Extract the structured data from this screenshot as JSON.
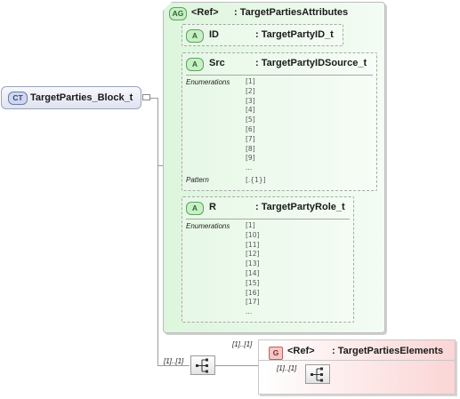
{
  "complex_type": {
    "badge": "CT",
    "name": "TargetParties_Block_t"
  },
  "attribute_group": {
    "badge": "AG",
    "ref": "<Ref>",
    "name": ": TargetPartiesAttributes"
  },
  "attributes": [
    {
      "badge": "A",
      "name": "ID",
      "type": ": TargetPartyID_t"
    },
    {
      "badge": "A",
      "name": "Src",
      "type": ": TargetPartyIDSource_t",
      "enum_label": "Enumerations",
      "enums": [
        "[1]",
        "[2]",
        "[3]",
        "[4]",
        "[5]",
        "[6]",
        "[7]",
        "[8]",
        "[9]",
        "..."
      ],
      "pattern_label": "Pattern",
      "pattern": "[.{1}]"
    },
    {
      "badge": "A",
      "name": "R",
      "type": ": TargetPartyRole_t",
      "enum_label": "Enumerations",
      "enums": [
        "[1]",
        "[10]",
        "[11]",
        "[12]",
        "[13]",
        "[14]",
        "[15]",
        "[16]",
        "[17]",
        "..."
      ]
    }
  ],
  "sequence": {
    "multiplicity": "[1]..[1]",
    "icon": "sequence-icon"
  },
  "group": {
    "badge": "G",
    "ref": "<Ref>",
    "name": ": TargetPartiesElements",
    "outer_multiplicity": "[1]..[1]",
    "inner_multiplicity": "[1]..[1]",
    "icon": "sequence-icon"
  }
}
